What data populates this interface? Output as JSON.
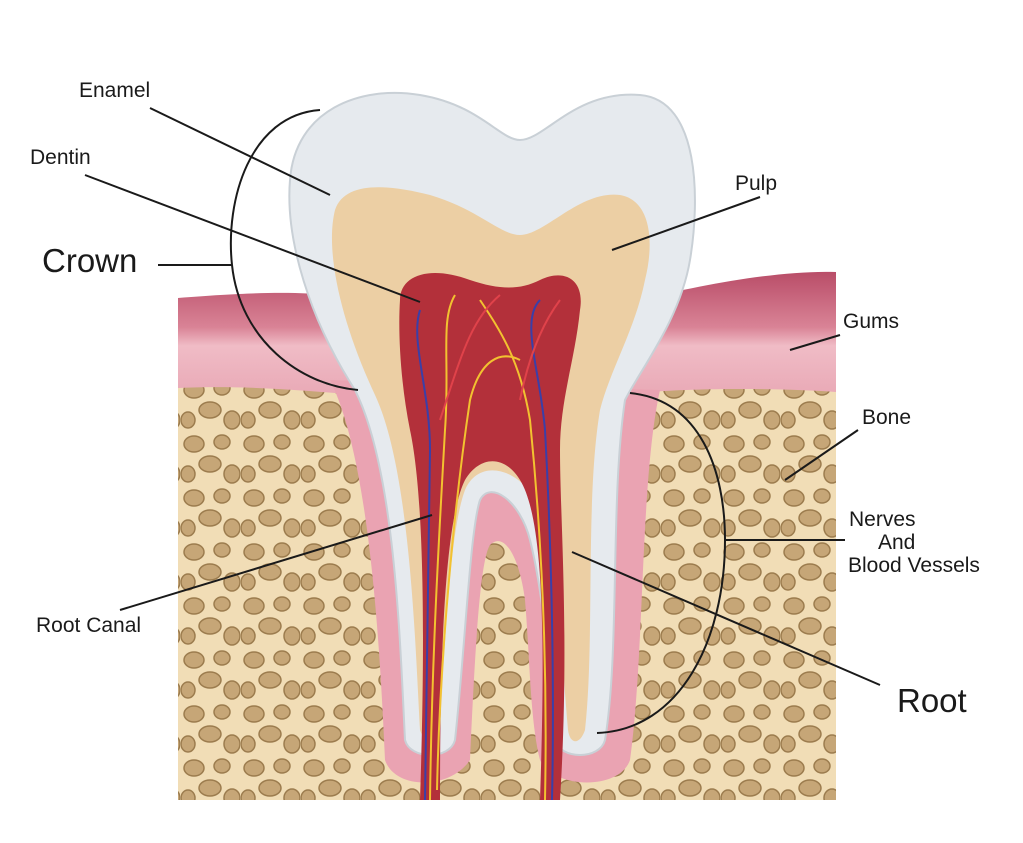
{
  "labels": {
    "enamel": "Enamel",
    "dentin": "Dentin",
    "crown": "Crown",
    "pulp": "Pulp",
    "gums": "Gums",
    "bone": "Bone",
    "nerves_line1": "Nerves",
    "nerves_line2": "And",
    "nerves_line3": "Blood Vessels",
    "root_canal": "Root Canal",
    "root": "Root"
  },
  "colors": {
    "enamel": "#e6eaee",
    "dentin": "#eccfa4",
    "pulp": "#b3303a",
    "gum": "#e9a9b6",
    "gum_dark": "#b94d68",
    "bone": "#f1ddb6",
    "bone_cells": "#c6a677",
    "nerve": "#f2c230",
    "vein": "#3a3fa8"
  }
}
